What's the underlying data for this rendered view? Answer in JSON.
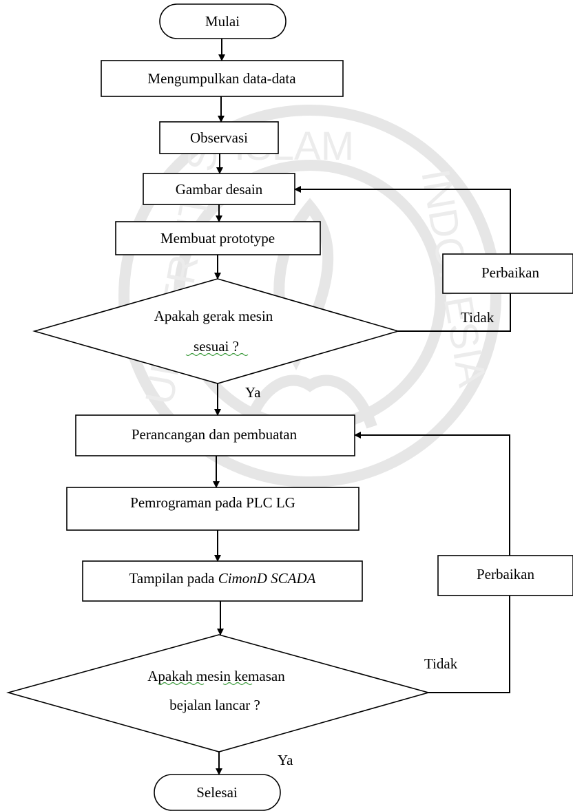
{
  "nodes": {
    "start": "Mulai",
    "collect": "Mengumpulkan data-data",
    "observe": "Observasi",
    "design": "Gambar desain",
    "prototype": "Membuat prototype",
    "decision1_line1": "Apakah gerak mesin",
    "decision1_line2": "sesuai ?",
    "fix1": "Perbaikan",
    "build": "Perancangan dan pembuatan",
    "program": "Pemrograman pada PLC LG",
    "display_plain": "Tampilan pada ",
    "display_italic": "CimonD SCADA",
    "decision2_line1": "Apakah  mesin kemasan",
    "decision2_line2": "bejalan lancar ?",
    "fix2": "Perbaikan",
    "end": "Selesai"
  },
  "labels": {
    "no1": "Tidak",
    "yes1": "Ya",
    "no2": "Tidak",
    "yes2": "Ya"
  },
  "watermark": {
    "top_word": "ISLAM",
    "left_word": "UNIVERSITAS",
    "right_word": "INDONESIA"
  }
}
